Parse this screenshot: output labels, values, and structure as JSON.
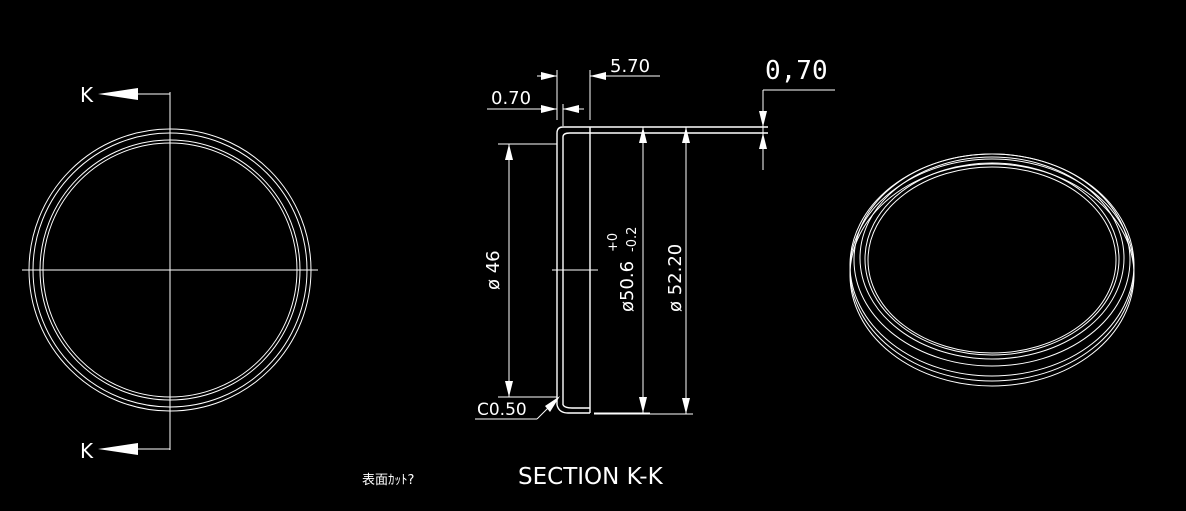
{
  "labels": {
    "section_mark_top": "K",
    "section_mark_bottom": "K",
    "dim_top_width": "5.70",
    "dim_wall_thickness": "0.70",
    "dim_flange_thickness": "0,70",
    "dim_inner_diameter": "ø 46",
    "dim_mid_diameter_base": "ø50.6",
    "dim_mid_diameter_tol_upper": "+0",
    "dim_mid_diameter_tol_lower": "-0.2",
    "dim_outer_diameter": "ø 52.20",
    "chamfer_note": "C0.50",
    "surface_note": "表面ｶｯﾄ?",
    "section_title": "SECTION K-K"
  },
  "colors": {
    "background": "#000000",
    "line": "#ffffff"
  }
}
